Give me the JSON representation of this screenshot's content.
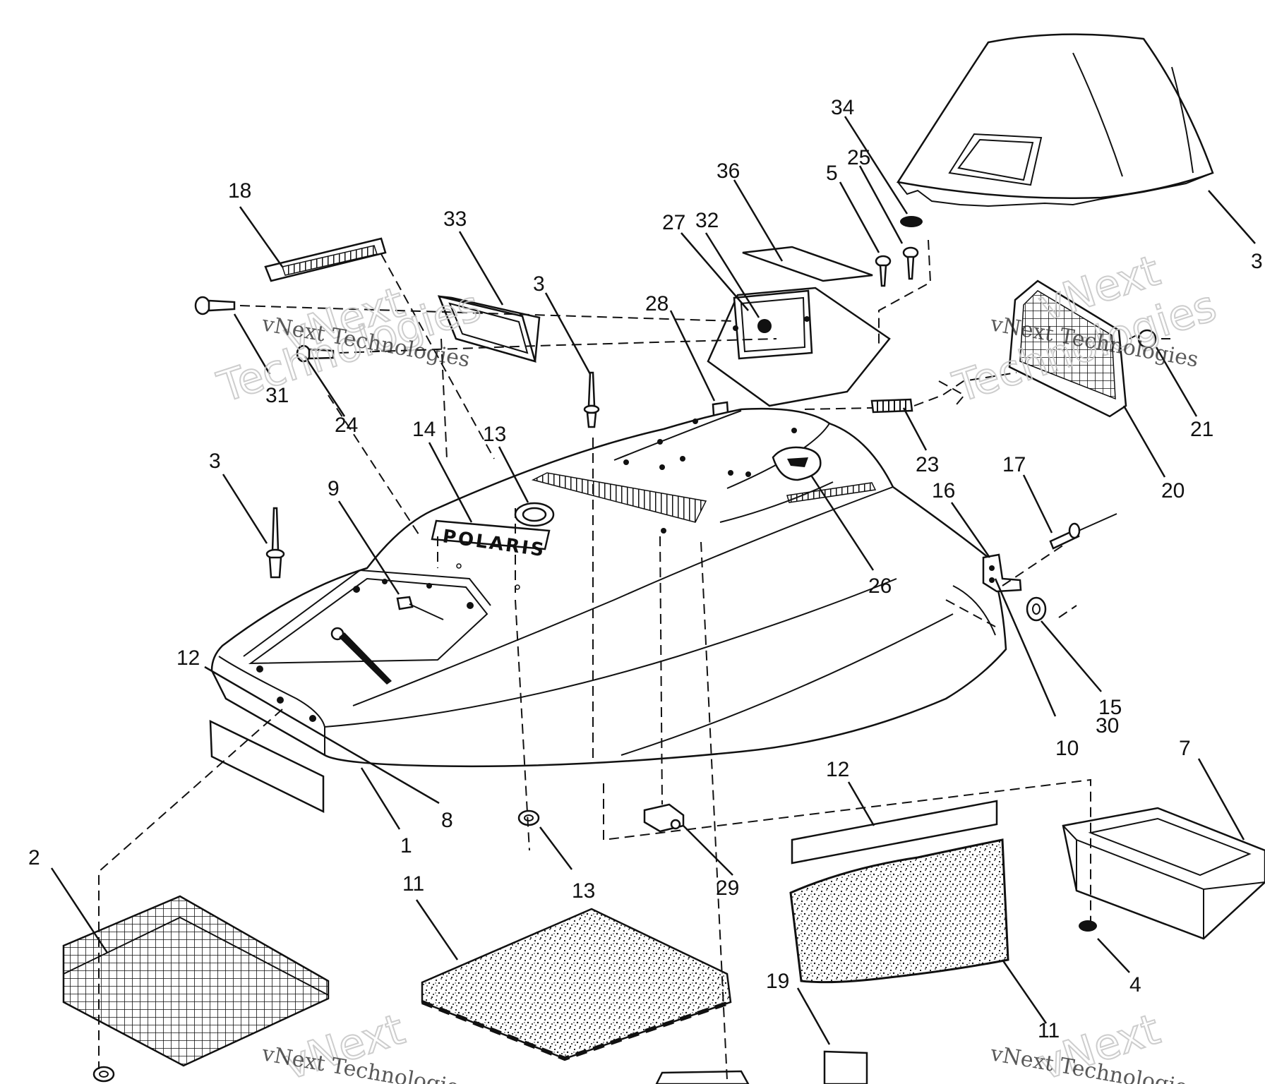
{
  "watermark": {
    "brand_line1": "vNext",
    "brand_line2": "Technologies",
    "brand_full": "vNext Technologies"
  },
  "decal": {
    "text": "POLARIS"
  },
  "callouts": [
    {
      "id": "c34",
      "label": "34"
    },
    {
      "id": "c25",
      "label": "25"
    },
    {
      "id": "c5a",
      "label": "5"
    },
    {
      "id": "c36",
      "label": "36"
    },
    {
      "id": "c27",
      "label": "27"
    },
    {
      "id": "c32",
      "label": "32"
    },
    {
      "id": "c18",
      "label": "18"
    },
    {
      "id": "c33",
      "label": "33"
    },
    {
      "id": "c3a",
      "label": "3"
    },
    {
      "id": "c28",
      "label": "28"
    },
    {
      "id": "c31",
      "label": "31"
    },
    {
      "id": "c24",
      "label": "24"
    },
    {
      "id": "c14",
      "label": "14"
    },
    {
      "id": "c13a",
      "label": "13"
    },
    {
      "id": "c3b",
      "label": "3"
    },
    {
      "id": "c9",
      "label": "9"
    },
    {
      "id": "c21",
      "label": "21"
    },
    {
      "id": "c23",
      "label": "23"
    },
    {
      "id": "c20",
      "label": "20"
    },
    {
      "id": "c17",
      "label": "17"
    },
    {
      "id": "c16",
      "label": "16"
    },
    {
      "id": "c26",
      "label": "26"
    },
    {
      "id": "c12a",
      "label": "12"
    },
    {
      "id": "c15",
      "label": "15"
    },
    {
      "id": "c30",
      "label": "30"
    },
    {
      "id": "c10",
      "label": "10"
    },
    {
      "id": "c7",
      "label": "7"
    },
    {
      "id": "c12b",
      "label": "12"
    },
    {
      "id": "c8",
      "label": "8"
    },
    {
      "id": "c1",
      "label": "1"
    },
    {
      "id": "c2",
      "label": "2"
    },
    {
      "id": "c11a",
      "label": "11"
    },
    {
      "id": "c13b",
      "label": "13"
    },
    {
      "id": "c29",
      "label": "29"
    },
    {
      "id": "c4",
      "label": "4"
    },
    {
      "id": "c19",
      "label": "19"
    },
    {
      "id": "c11b",
      "label": "11"
    },
    {
      "id": "c3c",
      "label": "3"
    }
  ]
}
